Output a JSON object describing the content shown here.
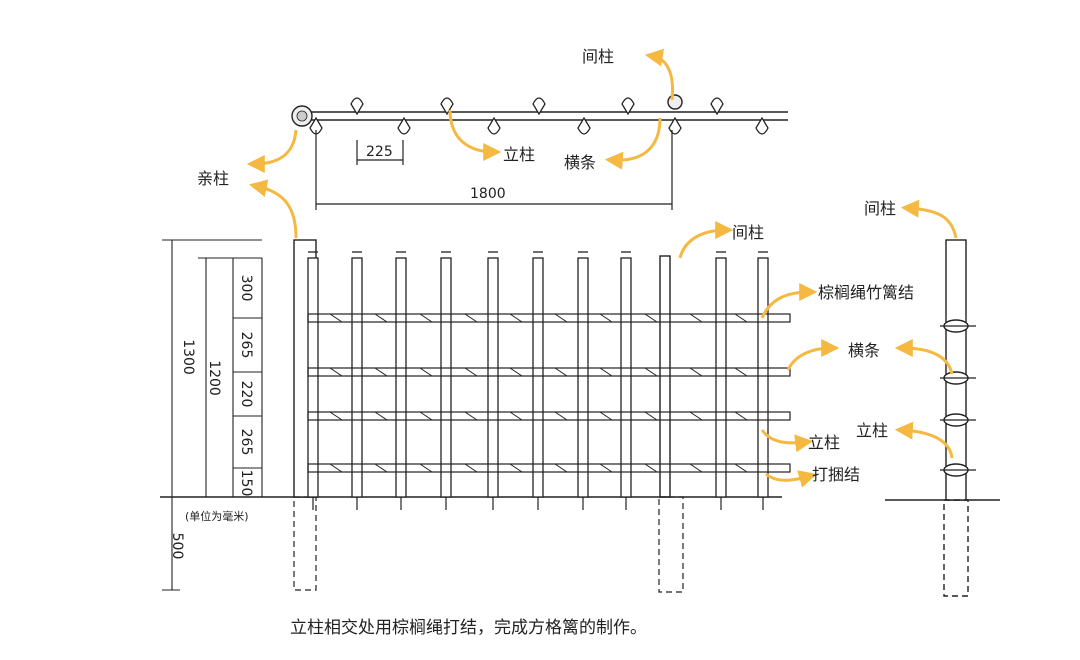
{
  "labels": {
    "top_jianzhu": "间柱",
    "top_lizhu": "立柱",
    "top_hengtiao": "横条",
    "qinzhu": "亲柱",
    "mid_jianzhu": "间柱",
    "zonglu": "棕榈绳竹篱结",
    "mid_hengtiao": "横条",
    "mid_lizhu": "立柱",
    "dakunjie": "打捆结",
    "side_jianzhu": "间柱",
    "side_lizhu": "立柱"
  },
  "dimensions": {
    "spacing": "225",
    "span": "1800",
    "total_height": "1300",
    "fence_height": "1200",
    "rows": [
      "300",
      "265",
      "220",
      "265",
      "150"
    ],
    "depth": "500",
    "unit": "(单位为毫米)"
  },
  "caption": "立柱相交处用棕榈绳打结，完成方格篱的制作。",
  "colors": {
    "arrow": "#F5B841",
    "line": "#222222"
  }
}
